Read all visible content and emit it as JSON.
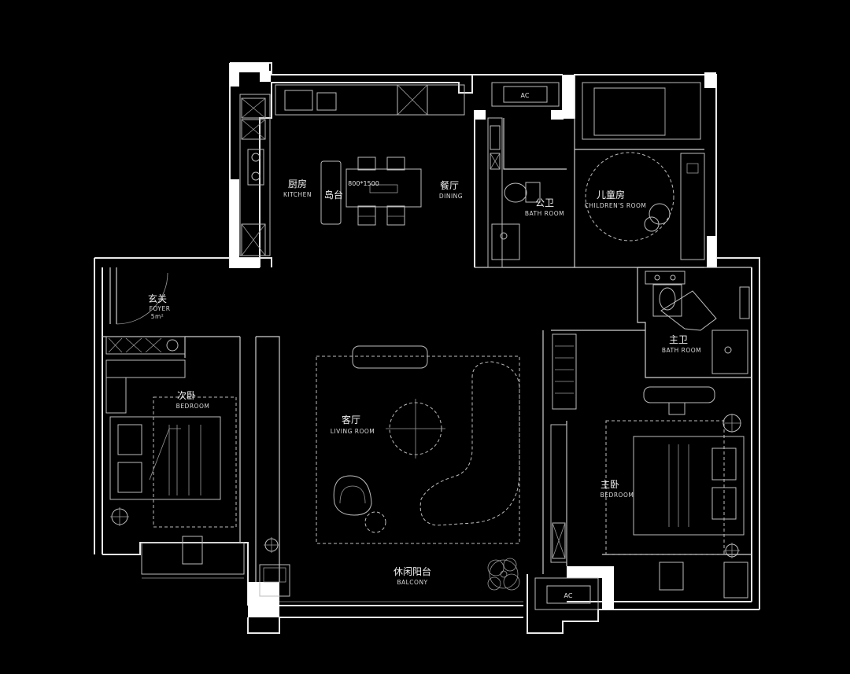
{
  "rooms": {
    "kitchen": {
      "cn": "厨房",
      "en": "KITCHEN"
    },
    "island": {
      "cn": "岛台"
    },
    "table_size": "800*1500",
    "dining": {
      "cn": "餐厅",
      "en": "DINING"
    },
    "public_bath": {
      "cn": "公卫",
      "en": "BATH ROOM"
    },
    "childrens_room": {
      "cn": "儿童房",
      "en": "CHILDREN'S ROOM"
    },
    "foyer": {
      "cn": "玄关",
      "en": "FOYER",
      "area": "5m²"
    },
    "master_bath": {
      "cn": "主卫",
      "en": "BATH ROOM"
    },
    "second_bedroom": {
      "cn": "次卧",
      "en": "BEDROOM"
    },
    "living_room": {
      "cn": "客厅",
      "en": "LIVING ROOM"
    },
    "master_bedroom": {
      "cn": "主卧",
      "en": "BEDROOM"
    },
    "balcony": {
      "cn": "休闲阳台",
      "en": "BALCONY"
    }
  },
  "equipment": {
    "ac_top": "AC",
    "ac_bottom": "AC"
  },
  "colors": {
    "background": "#000000",
    "walls": "#e8e8e8",
    "furniture": "#bdbdbd"
  }
}
